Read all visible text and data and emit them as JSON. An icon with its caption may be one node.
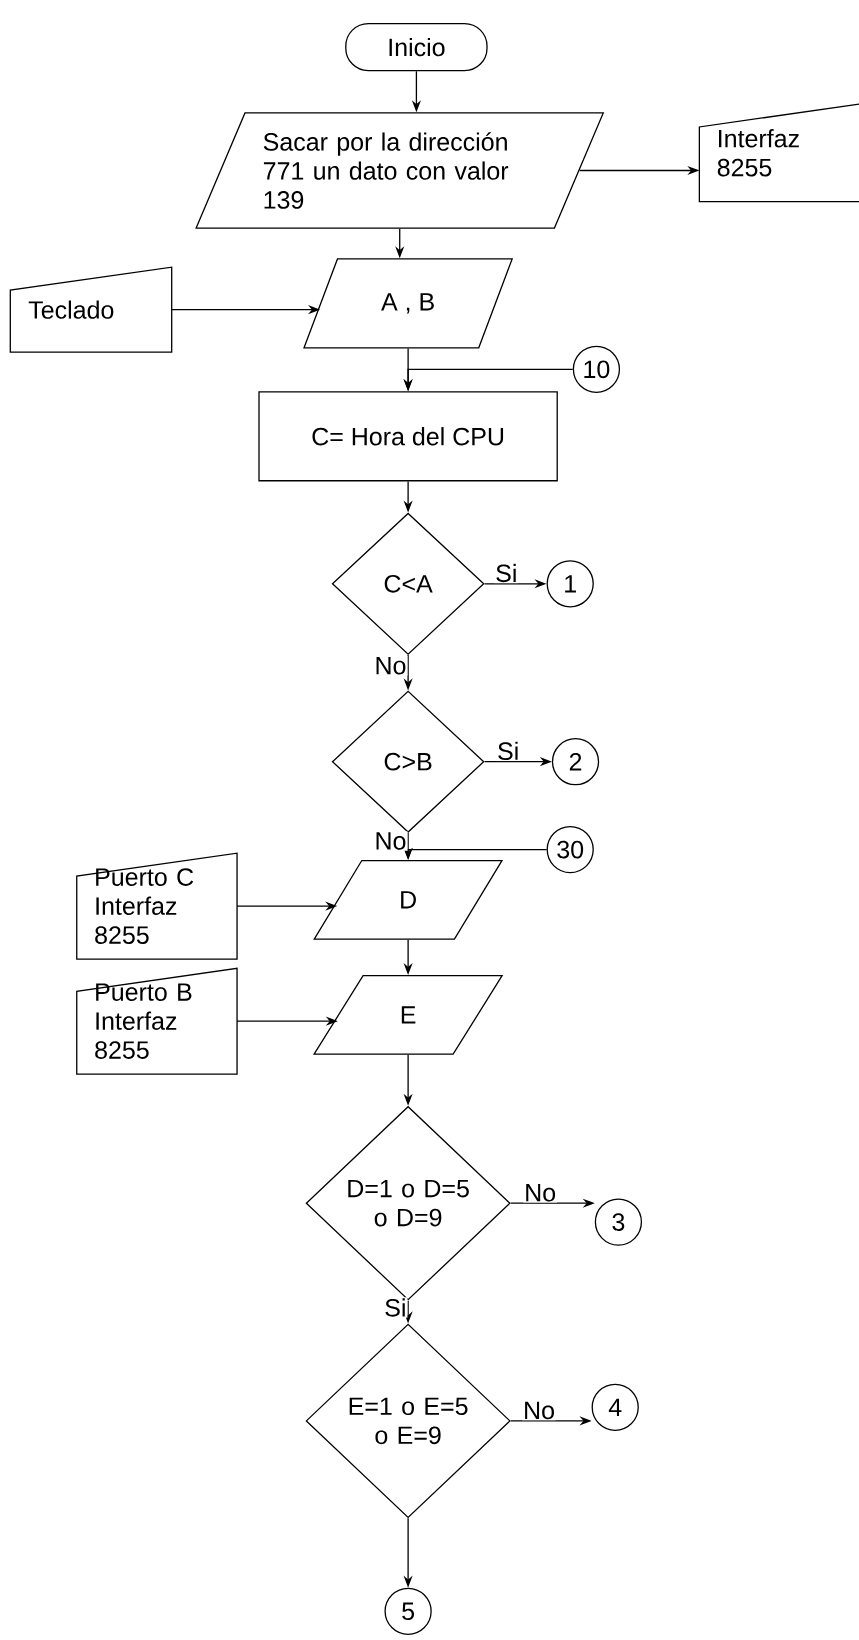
{
  "diagram": {
    "nodes": [
      {
        "text": [
          "Inicio"
        ]
      },
      {
        "text": [
          "Sacar por la dirección 771 un dato con valor 139"
        ]
      },
      {
        "text": [
          "Interfaz 8255"
        ]
      },
      {
        "text": [
          "A , B"
        ]
      },
      {
        "text": [
          "Teclado"
        ]
      },
      {
        "text": [
          "10"
        ]
      },
      {
        "text": [
          "C= Hora del CPU"
        ]
      },
      {
        "text": [
          "C<A"
        ]
      },
      {
        "text": [
          "1"
        ]
      },
      {
        "text": [
          "C>B"
        ]
      },
      {
        "text": [
          "2"
        ]
      },
      {
        "text": [
          "30"
        ]
      },
      {
        "text": [
          "D"
        ]
      },
      {
        "text": [
          "Puerto C Interfaz 8255"
        ]
      },
      {
        "text": [
          "E"
        ]
      },
      {
        "text": [
          "Puerto B Interfaz 8255"
        ]
      },
      {
        "text": [
          "D=1 o D=5 o D=9"
        ]
      },
      {
        "text": [
          "3"
        ]
      },
      {
        "text": [
          "E=1 o E=5 o E=9"
        ]
      },
      {
        "text": [
          "4"
        ]
      },
      {
        "text": [
          "5"
        ]
      }
    ],
    "edges": [
      {
        "from": 0,
        "to": 1,
        "arrow": "to"
      },
      {
        "from": 1,
        "to": 2,
        "arrow": "to"
      },
      {
        "from": 1,
        "to": 3,
        "arrow": "to"
      },
      {
        "from": 4,
        "to": 3,
        "arrow": "to"
      },
      {
        "from": 3,
        "to": 6,
        "arrow": "to"
      },
      {
        "from": 5,
        "to": 6,
        "arrow": "to"
      },
      {
        "from": 6,
        "to": 7,
        "arrow": "to"
      },
      {
        "from": 7,
        "to": 8,
        "arrow": "to",
        "label": "Si"
      },
      {
        "from": 7,
        "to": 9,
        "arrow": "to",
        "label": "No"
      },
      {
        "from": 9,
        "to": 10,
        "arrow": "to",
        "label": "Si"
      },
      {
        "from": 9,
        "to": 12,
        "arrow": "to",
        "label": "No"
      },
      {
        "from": 11,
        "to": 12,
        "arrow": "to"
      },
      {
        "from": 13,
        "to": 12,
        "arrow": "to"
      },
      {
        "from": 12,
        "to": 14,
        "arrow": "to"
      },
      {
        "from": 15,
        "to": 14,
        "arrow": "to"
      },
      {
        "from": 14,
        "to": 16,
        "arrow": "to"
      },
      {
        "from": 16,
        "to": 17,
        "arrow": "to",
        "label": "No"
      },
      {
        "from": 16,
        "to": 18,
        "arrow": "to",
        "label": "Si"
      },
      {
        "from": 18,
        "to": 19,
        "arrow": "to",
        "label": "No"
      },
      {
        "from": 18,
        "to": 20,
        "arrow": "to"
      }
    ]
  }
}
